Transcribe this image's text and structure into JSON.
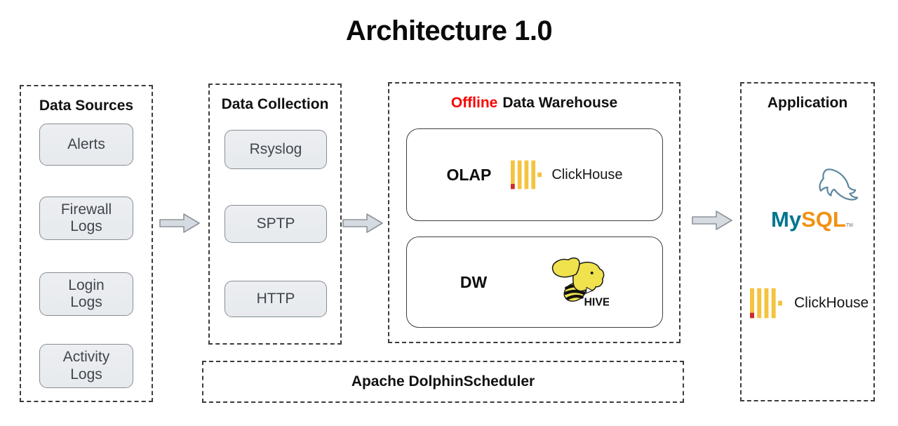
{
  "title": "Architecture 1.0",
  "colors": {
    "offline_red": "#FB0303",
    "clickhouse_yellow": "#F4C33F",
    "clickhouse_red": "#CE2B2B",
    "mysql_teal": "#00758F",
    "mysql_orange": "#F29111",
    "mysql_dolphin_blue": "#5D87A1",
    "hive_yellow": "#EFE24D",
    "arrow_fill": "#D5DBE0",
    "arrow_stroke": "#8D949B",
    "pill_bg": "#E7EAED",
    "pill_border": "#878D94",
    "pill_text": "#41464D",
    "panel_border": "#3C3C3C"
  },
  "panels": {
    "data_sources": {
      "title": "Data Sources",
      "items": [
        {
          "label": "Alerts"
        },
        {
          "label": "Firewall\nLogs"
        },
        {
          "label": "Login\nLogs"
        },
        {
          "label": "Activity\nLogs"
        }
      ]
    },
    "data_collection": {
      "title": "Data Collection",
      "items": [
        {
          "label": "Rsyslog"
        },
        {
          "label": "SPTP"
        },
        {
          "label": "HTTP"
        }
      ]
    },
    "offline_dw": {
      "title_highlight": "Offline",
      "title_rest": "Data Warehouse",
      "rows": [
        {
          "label": "OLAP",
          "logo": "clickhouse"
        },
        {
          "label": "DW",
          "logo": "hive"
        }
      ],
      "clickhouse_wordmark": "ClickHouse",
      "hive_wordmark": "HIVE"
    },
    "application": {
      "title": "Application",
      "mysql_wordmark_part1": "My",
      "mysql_wordmark_part2": "SQL",
      "mysql_trademark": "TM",
      "clickhouse_wordmark": "ClickHouse"
    },
    "scheduler": {
      "title": "Apache DolphinScheduler"
    }
  }
}
